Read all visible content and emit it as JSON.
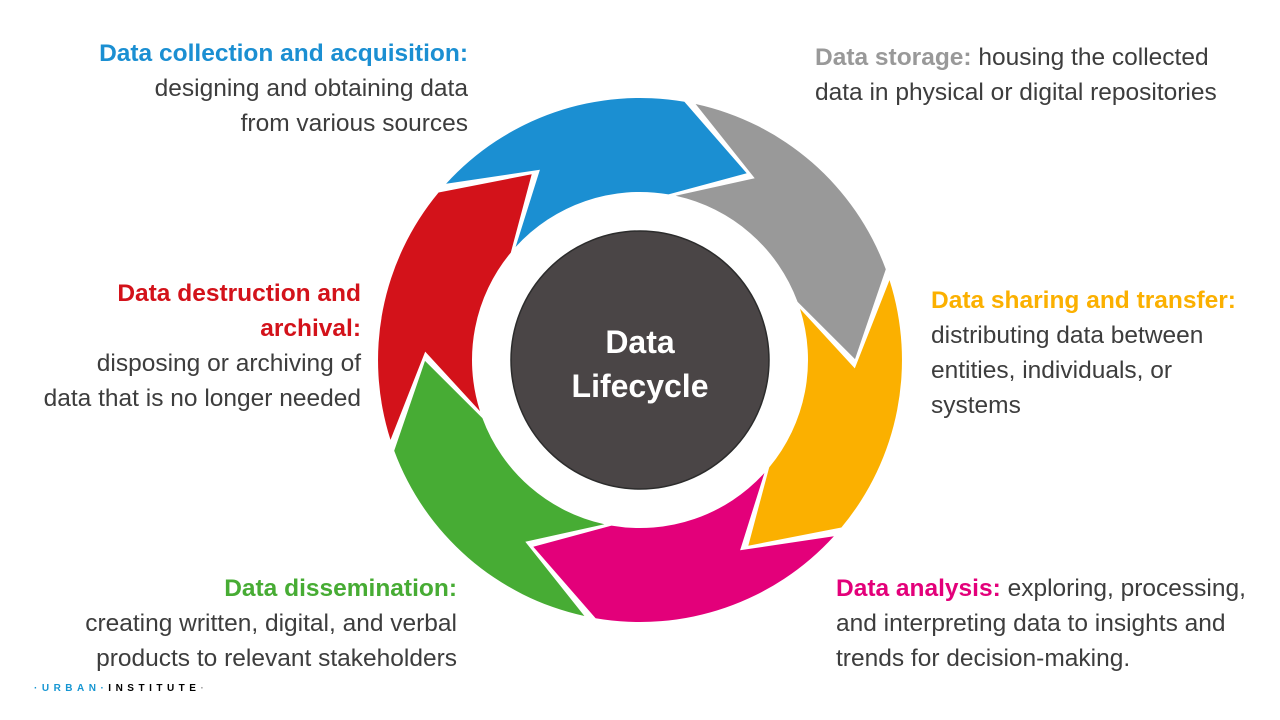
{
  "center": {
    "line1": "Data",
    "line2": "Lifecycle"
  },
  "colors": {
    "collection": "#1b8fd2",
    "storage": "#999999",
    "sharing": "#fbb000",
    "analysis": "#e3007a",
    "dissemination": "#47ac34",
    "destruction": "#d3121a",
    "center": "#4a4546"
  },
  "stages": {
    "collection": {
      "head": "Data collection and acquisition:",
      "line1": "designing and obtaining data",
      "line2": "from various sources"
    },
    "storage": {
      "head": "Data storage:",
      "line1_rest": " housing the collected",
      "line2": "data in physical or digital repositories"
    },
    "sharing": {
      "head": "Data sharing and transfer:",
      "line1": "distributing data between",
      "line2": "entities, individuals, or",
      "line3": "systems"
    },
    "analysis": {
      "head": "Data analysis:",
      "line1_rest": " exploring, processing,",
      "line2": "and interpreting data to insights and",
      "line3": "trends for decision-making."
    },
    "dissemination": {
      "head": "Data dissemination:",
      "line1": "creating written, digital, and verbal",
      "line2": "products to relevant stakeholders"
    },
    "destruction": {
      "head1": "Data destruction and",
      "head2": "archival:",
      "line1": "disposing or archiving of",
      "line2": "data that is no longer needed"
    }
  },
  "footer": {
    "urban": "URBAN",
    "institute": "INSTITUTE"
  }
}
